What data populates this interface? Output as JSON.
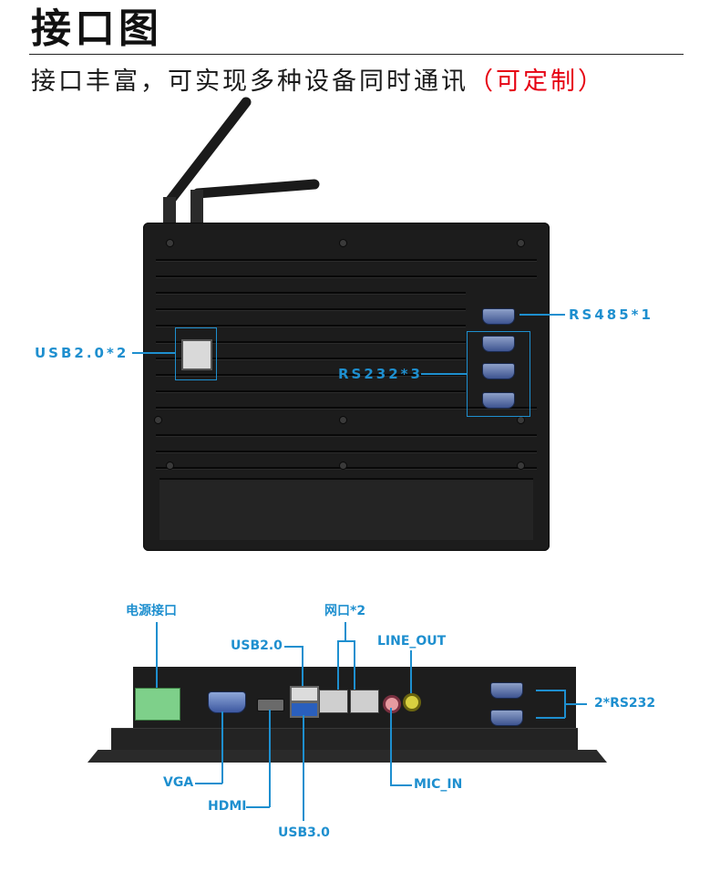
{
  "header": {
    "title": "接口图",
    "subtitle": "接口丰富，可实现多种设备同时通讯",
    "subtitle_note": "（可定制）"
  },
  "back_view": {
    "label_rs485": "RS485*1",
    "label_usb20_x2": "USB2.0*2",
    "label_rs232_x3": "RS232*3"
  },
  "side_view": {
    "label_power": "电源接口",
    "label_lan": "网口*2",
    "label_usb20": "USB2.0",
    "label_line_out": "LINE_OUT",
    "label_rs232_x2": "2*RS232",
    "label_vga": "VGA",
    "label_hdmi": "HDMI",
    "label_mic_in": "MIC_IN",
    "label_usb30": "USB3.0"
  },
  "colors": {
    "callout": "#1e8fcf",
    "accent": "#e60012"
  }
}
